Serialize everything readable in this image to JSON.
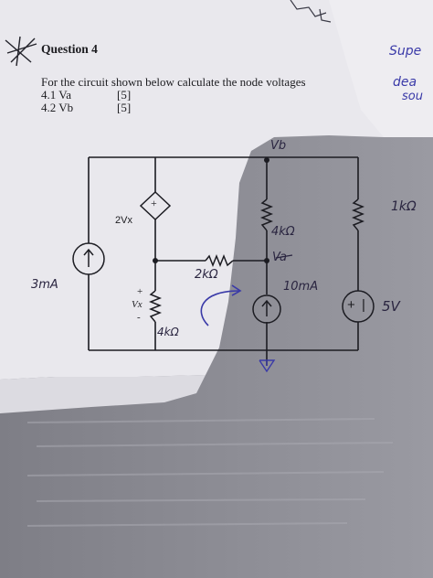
{
  "question": {
    "title": "Question 4",
    "prompt": "For the circuit shown below calculate the node voltages",
    "items": [
      {
        "label": "4.1 Va",
        "marks": "[5]"
      },
      {
        "label": "4.2 Vb",
        "marks": "[5]"
      }
    ]
  },
  "circuit": {
    "dep_source_label": "2Vx",
    "dep_source_sign": "+",
    "vx_plus": "+",
    "vx_label": "Vx",
    "vx_minus": "-",
    "ind_source_sign": "+",
    "ind_source_minus": "|"
  },
  "handwriting": {
    "vb_node": "Vb",
    "va_node": "Va",
    "r_top_mid": "4kΩ",
    "r_right": "1kΩ",
    "r_mid": "2kΩ",
    "r_bottom": "4kΩ",
    "src_left": "3mA",
    "src_mid": "10mA",
    "src_right": "5V",
    "margin_1": "Supe",
    "margin_2": "dea",
    "margin_3": "sou"
  },
  "colors": {
    "paper_lit": "#ecebef",
    "shadow": "#8d8d95",
    "ink": "#1c1c20",
    "pen": "#3a3aa8"
  }
}
